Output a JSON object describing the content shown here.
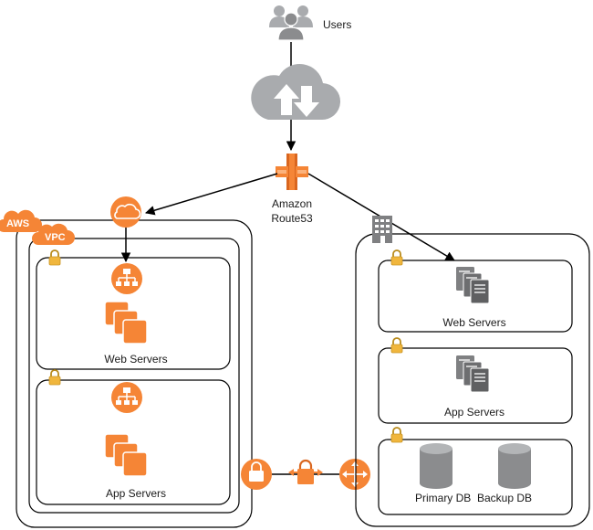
{
  "users": {
    "label": "Users"
  },
  "route53": {
    "line1": "Amazon",
    "line2": "Route53"
  },
  "aws": {
    "badge": "AWS",
    "vpc_badge": "VPC",
    "web_tier_label": "Web Servers",
    "app_tier_label": "App Servers"
  },
  "datacenter": {
    "web_tier_label": "Web Servers",
    "app_tier_label": "App Servers",
    "db_labels": "Primary DB  Backup DB"
  },
  "colors": {
    "aws_orange": "#f58536",
    "aws_orange_dark": "#d9661f",
    "gray_icon": "#7f8082",
    "gray_light": "#a9abae",
    "lock_yellow": "#f0b63d",
    "line": "#000000"
  }
}
